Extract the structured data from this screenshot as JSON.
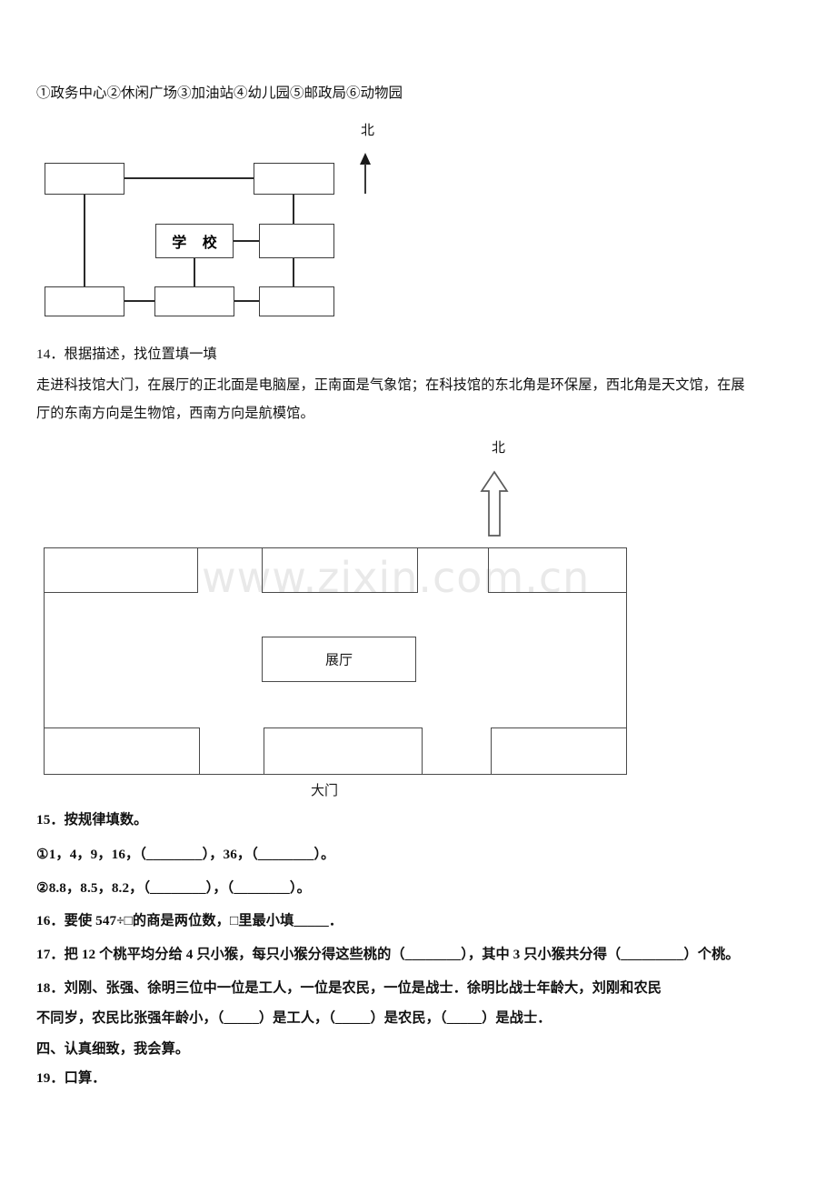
{
  "document": {
    "legend_line": "①政务中心②休闲广场③加油站④幼儿园⑤邮政局⑥动物园",
    "watermark": "www.zixin.com.cn"
  },
  "diagram_school": {
    "north_label": "北",
    "center_box_label": "学 校",
    "boxes": [
      {
        "id": "box-top-left",
        "label": ""
      },
      {
        "id": "box-top-right",
        "label": ""
      },
      {
        "id": "box-school",
        "label": "学 校"
      },
      {
        "id": "box-mid-right",
        "label": ""
      },
      {
        "id": "box-bottom-left",
        "label": ""
      },
      {
        "id": "box-bottom-center",
        "label": ""
      },
      {
        "id": "box-bottom-right",
        "label": ""
      }
    ]
  },
  "questions": [
    {
      "number": "14",
      "prompt": "14．根据描述，找位置填一填",
      "body_line1": "走进科技馆大门，在展厅的正北面是电脑屋，正南面是气象馆；在科技馆的东北角是环保屋，西北角是天文馆，在展",
      "body_line2": "厅的东南方向是生物馆，西南方向是航模馆。"
    },
    {
      "number": "15",
      "prompt": "15．按规律填数。",
      "sub1": "①1，4，9，16，（________），36，（________）。",
      "sub2": "②8.8，8.5，8.2，（________），（________）。"
    },
    {
      "number": "16",
      "prompt": "16．要使 547÷□的商是两位数，□里最小填_____．"
    },
    {
      "number": "17",
      "prompt": "17．把 12 个桃平均分给 4 只小猴，每只小猴分得这些桃的（________），其中 3 只小猴共分得（_________）个桃。"
    },
    {
      "number": "18",
      "line1": "18．刘刚、张强、徐明三位中一位是工人，一位是农民，一位是战士．徐明比战士年龄大，刘刚和农民",
      "line2": "不同岁，农民比张强年龄小，（_____）是工人，（_____）是农民，（_____）是战士．"
    },
    {
      "number": "四",
      "section": "四、认真细致，我会算。"
    },
    {
      "number": "19",
      "prompt": "19．口算．"
    }
  ],
  "diagram_floorplan": {
    "north_label": "北",
    "hall_label": "展厅",
    "gate_label": "大门",
    "cells": [
      {
        "id": "cell-nw",
        "label": ""
      },
      {
        "id": "cell-n",
        "label": ""
      },
      {
        "id": "cell-ne",
        "label": ""
      },
      {
        "id": "cell-center-hall",
        "label": "展厅"
      },
      {
        "id": "cell-sw",
        "label": ""
      },
      {
        "id": "cell-s",
        "label": ""
      },
      {
        "id": "cell-se",
        "label": ""
      }
    ]
  }
}
